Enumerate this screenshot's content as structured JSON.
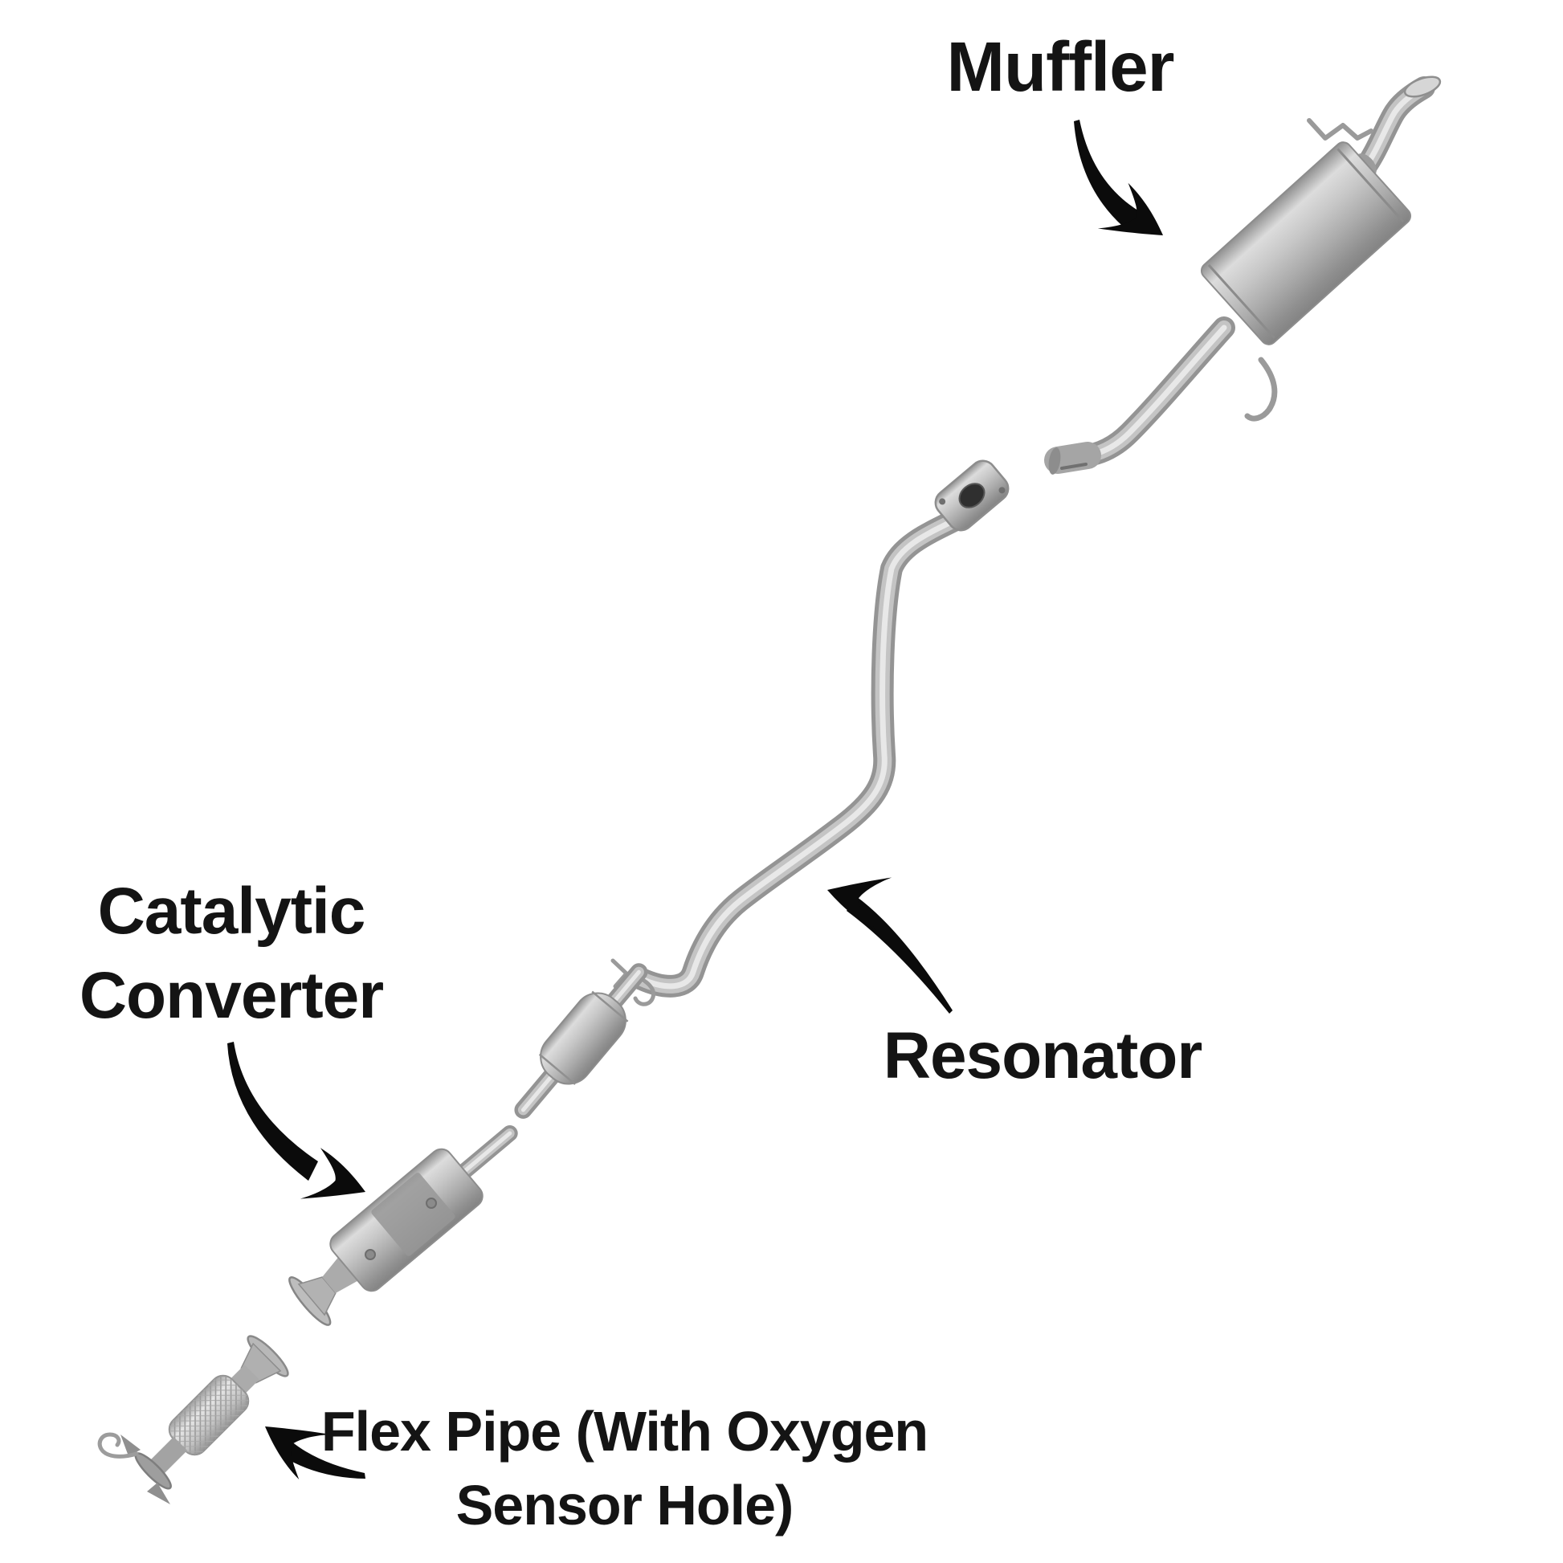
{
  "figure": {
    "kind": "labeled-parts-diagram",
    "subject": "car exhaust system exploded view",
    "background": "#ffffff"
  },
  "labels": {
    "muffler": {
      "text": "Muffler"
    },
    "catalytic_converter": {
      "line1": "Catalytic",
      "line2": "Converter"
    },
    "resonator": {
      "text": "Resonator"
    },
    "flex_pipe": {
      "line1": "Flex Pipe (With Oxygen",
      "line2": "Sensor Hole)"
    }
  },
  "parts_shown": [
    "muffler with tailpipe and hangers",
    "intermediate pipe with flange",
    "resonator",
    "catalytic converter with bell flange",
    "flex pipe with oxygen sensor hole and hanger hook"
  ],
  "colors": {
    "label_text": "#141414",
    "arrow": "#0b0b0b",
    "metal_light": "#e3e3e3",
    "metal_mid": "#b3b3b3",
    "metal_dark": "#8a8a8a",
    "flange_hole": "#2f2f2f"
  }
}
